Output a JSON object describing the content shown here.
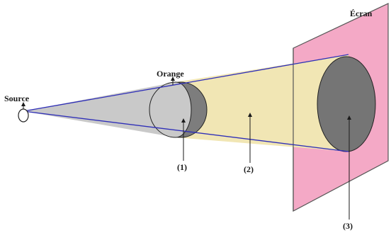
{
  "labels": {
    "source": "Source",
    "orange": "Orange",
    "ecran": "Écran",
    "region1": "(1)",
    "region2": "(2)",
    "region3": "(3)"
  },
  "colors": {
    "screen_fill": "#f4a9c6",
    "screen_stroke": "#555555",
    "cone_before": "#c9c9c9",
    "shadow_cone": "#f1e6b4",
    "orange_lit": "#c9c9c9",
    "orange_dark": "#7d7d7d",
    "shadow_on_screen": "#757575",
    "ray_line": "#2f2fb8",
    "outline": "#222222"
  }
}
